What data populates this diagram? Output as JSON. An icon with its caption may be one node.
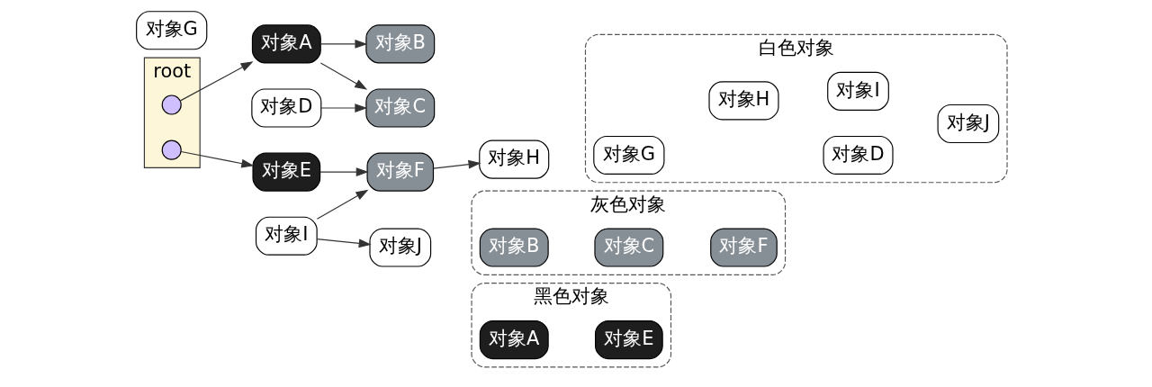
{
  "diagram": {
    "nodes": [
      {
        "text": [
          "root"
        ]
      },
      {
        "text": [],
        "shape": "circle",
        "in": 0
      },
      {
        "text": [],
        "shape": "circle",
        "in": 0
      },
      {
        "text": [
          "对象A"
        ]
      },
      {
        "text": [
          "对象B"
        ]
      },
      {
        "text": [
          "对象C"
        ]
      },
      {
        "text": [
          "对象D"
        ]
      },
      {
        "text": [
          "对象E"
        ]
      },
      {
        "text": [
          "对象F"
        ]
      },
      {
        "text": [
          "对象G"
        ]
      },
      {
        "text": [
          "对象H"
        ]
      },
      {
        "text": [
          "对象I"
        ]
      },
      {
        "text": [
          "对象J"
        ]
      },
      {
        "text": [
          "白色对象"
        ]
      },
      {
        "text": [
          "对象D"
        ],
        "in": 13
      },
      {
        "text": [
          "对象G"
        ],
        "in": 13
      },
      {
        "text": [
          "对象H"
        ],
        "in": 13
      },
      {
        "text": [
          "对象I"
        ],
        "in": 13
      },
      {
        "text": [
          "对象J"
        ],
        "in": 13
      },
      {
        "text": [
          "灰色对象"
        ]
      },
      {
        "text": [
          "对象B"
        ],
        "in": 19
      },
      {
        "text": [
          "对象C"
        ],
        "in": 19
      },
      {
        "text": [
          "对象F"
        ],
        "in": 19
      },
      {
        "text": [
          "黑色对象"
        ]
      },
      {
        "text": [
          "对象A"
        ],
        "in": 23
      },
      {
        "text": [
          "对象E"
        ],
        "in": 23
      }
    ],
    "edges": [
      {
        "from": 1,
        "to": 3,
        "arrow": "to"
      },
      {
        "from": 3,
        "to": 4,
        "arrow": "to"
      },
      {
        "from": 3,
        "to": 5,
        "arrow": "to"
      },
      {
        "from": 6,
        "to": 5,
        "arrow": "to"
      },
      {
        "from": 2,
        "to": 7,
        "arrow": "to"
      },
      {
        "from": 7,
        "to": 8,
        "arrow": "to"
      },
      {
        "from": 8,
        "to": 10,
        "arrow": "to"
      },
      {
        "from": 11,
        "to": 8,
        "arrow": "to"
      },
      {
        "from": 11,
        "to": 12,
        "arrow": "to"
      }
    ]
  }
}
